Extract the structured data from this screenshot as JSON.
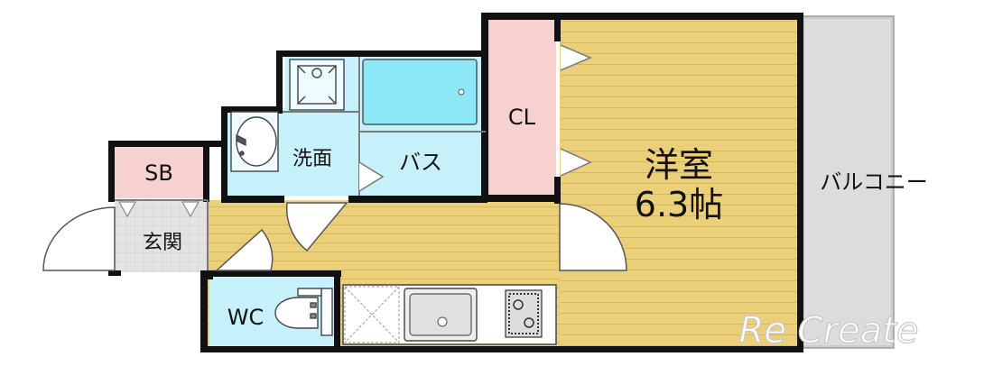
{
  "rooms": {
    "western_room": {
      "name": "洋室",
      "size": "6.3帖"
    },
    "closet": "CL",
    "bath": "バス",
    "washroom": "洗面",
    "shoe_storage": "SB",
    "entrance": "玄関",
    "toilet": "WC",
    "balcony": "バルコニー"
  },
  "watermark": "Re Create",
  "colors": {
    "wood_floor": "#ecd079",
    "wet_area": "#c6f1fb",
    "bathtub": "#8ce7f7",
    "closet": "#f7d0d0",
    "entrance": "#e0e0e0",
    "balcony": "#dcdcdc",
    "wall": "#111111"
  }
}
